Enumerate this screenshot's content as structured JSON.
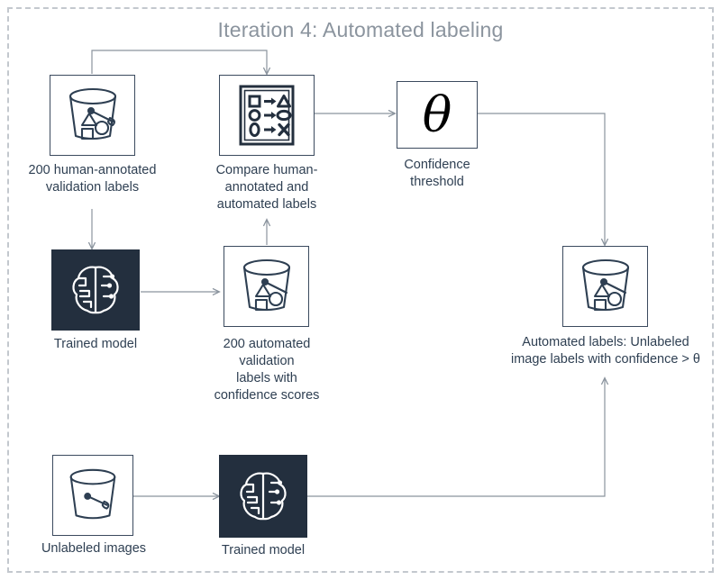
{
  "diagram": {
    "title": "Iteration 4: Automated labeling",
    "frame_style": "dashed",
    "colors": {
      "frame": "#c3c8ce",
      "title_text": "#8b949e",
      "caption_text": "#2e3f52",
      "box_stroke": "#3b4a5e",
      "dark_fill": "#232f3e",
      "edge_stroke": "#8b949e",
      "icon_stroke": "#2e3f52",
      "background": "#ffffff"
    },
    "nodes": [
      {
        "id": "human-labels-bucket",
        "icon": "labeled-bucket-icon",
        "caption": "200 human-annotated validation labels",
        "caption_lines": [
          "200 human-annotated",
          "validation labels"
        ]
      },
      {
        "id": "compare-box",
        "icon": "compare-labels-icon",
        "caption": "Compare human-annotated and automated labels",
        "caption_lines": [
          "Compare human-",
          "annotated and",
          "automated labels"
        ]
      },
      {
        "id": "confidence-threshold",
        "icon": "theta-symbol",
        "symbol": "θ",
        "caption": "Confidence threshold",
        "caption_lines": [
          "Confidence",
          "threshold"
        ]
      },
      {
        "id": "trained-model-top",
        "icon": "brain-circuit-icon",
        "caption": "Trained model",
        "caption_lines": [
          "Trained model"
        ]
      },
      {
        "id": "automated-validation-bucket",
        "icon": "labeled-bucket-icon",
        "caption": "200 automated validation labels with confidence scores",
        "caption_lines": [
          "200 automated",
          "validation",
          "labels with",
          "confidence scores"
        ]
      },
      {
        "id": "automated-labels-bucket",
        "icon": "labeled-bucket-icon",
        "caption": "Automated labels: Unlabeled image labels with confidence > θ",
        "caption_lines": [
          "Automated labels: Unlabeled",
          "image labels with confidence > θ"
        ]
      },
      {
        "id": "unlabeled-images-bucket",
        "icon": "empty-bucket-icon",
        "caption": "Unlabeled images",
        "caption_lines": [
          "Unlabeled images"
        ]
      },
      {
        "id": "trained-model-bottom",
        "icon": "brain-circuit-icon",
        "caption": "Trained model",
        "caption_lines": [
          "Trained model"
        ]
      }
    ],
    "edges": [
      {
        "from": "human-labels-bucket",
        "to": "compare-box",
        "route": "up-right-down"
      },
      {
        "from": "human-labels-bucket",
        "to": "trained-model-top",
        "route": "down"
      },
      {
        "from": "trained-model-top",
        "to": "automated-validation-bucket",
        "route": "right"
      },
      {
        "from": "automated-validation-bucket",
        "to": "compare-box",
        "route": "up"
      },
      {
        "from": "compare-box",
        "to": "confidence-threshold",
        "route": "right"
      },
      {
        "from": "confidence-threshold",
        "to": "automated-labels-bucket",
        "route": "right-down"
      },
      {
        "from": "unlabeled-images-bucket",
        "to": "trained-model-bottom",
        "route": "right"
      },
      {
        "from": "trained-model-bottom",
        "to": "automated-labels-bucket",
        "route": "right-up"
      }
    ],
    "compare_rows": [
      {
        "left": "square",
        "right": "triangle"
      },
      {
        "left": "circle",
        "right": "ellipse"
      },
      {
        "left": "oval",
        "right": "cross"
      }
    ]
  }
}
